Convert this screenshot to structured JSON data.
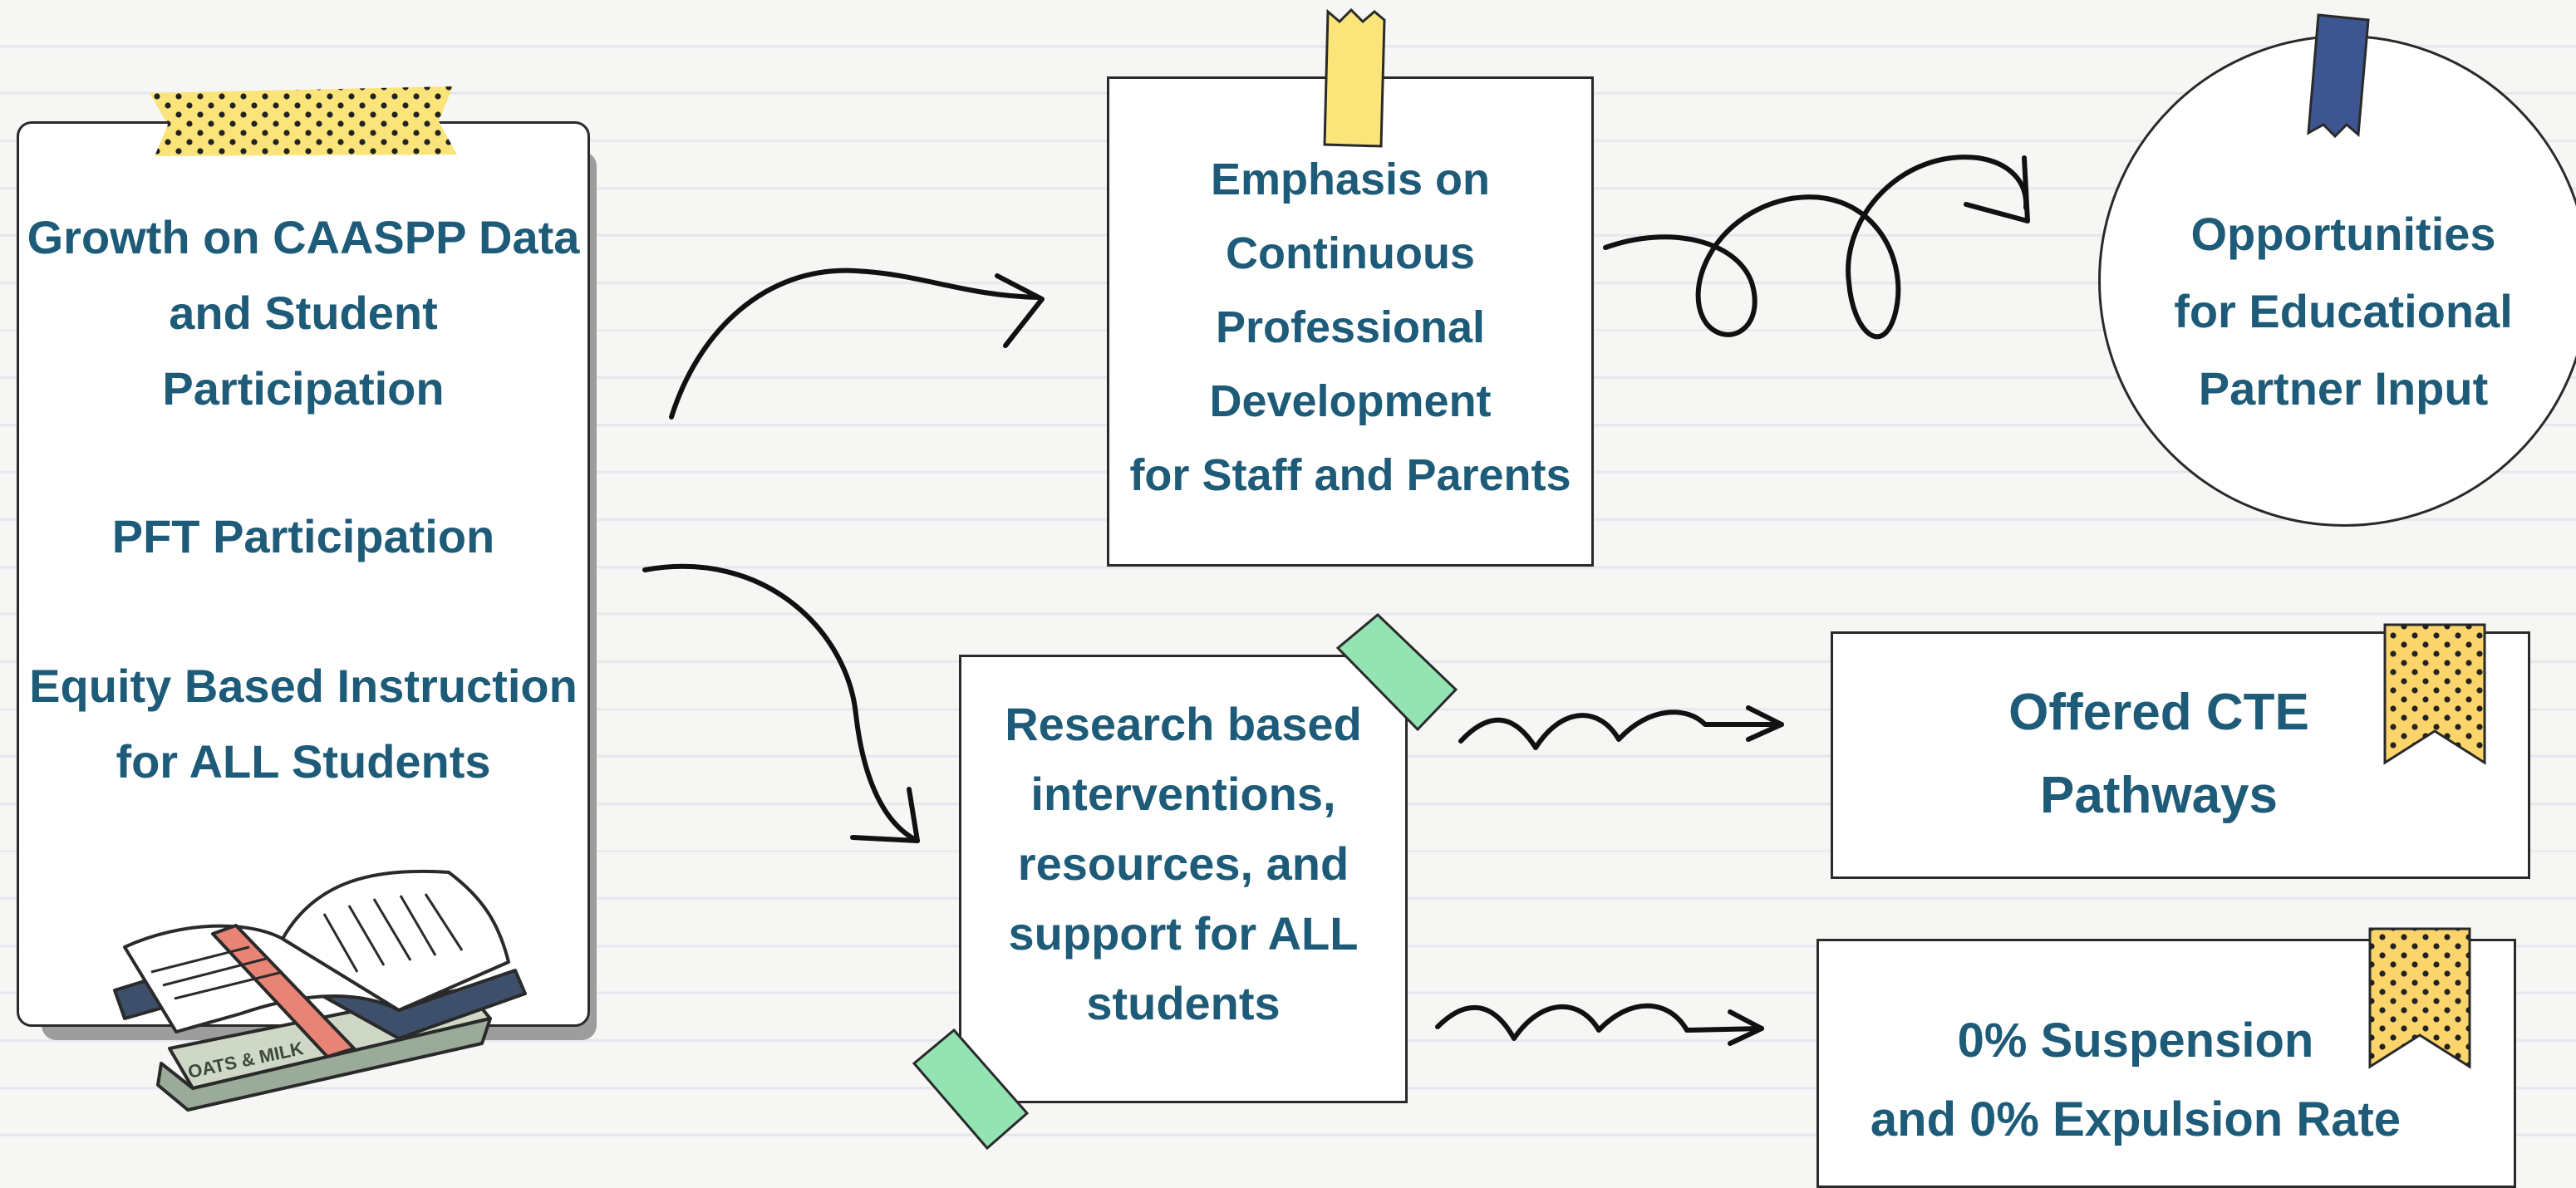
{
  "colors": {
    "text": "#1d5b78",
    "tape_yellow": "#fbe57a",
    "tape_green": "#93e3b3",
    "tape_navy": "#3d5591",
    "flag_yellow": "#fbd56b",
    "outline": "#2a2a2a",
    "background": "#f6f6f5"
  },
  "left_card": {
    "line1": "Growth on CAASPP Data\nand Student\nParticipation",
    "line2": "PFT Participation",
    "line3": "Equity Based Instruction\nfor ALL Students"
  },
  "book": {
    "label": "OATS & MILK"
  },
  "professional_dev": {
    "text": "Emphasis on\nContinuous\nProfessional\nDevelopment\nfor Staff and Parents"
  },
  "partner_input": {
    "text": "Opportunities\nfor Educational\nPartner Input"
  },
  "interventions": {
    "text": "Research based\ninterventions,\nresources, and\nsupport for ALL\nstudents"
  },
  "cte": {
    "text": "Offered CTE\nPathways"
  },
  "suspension": {
    "text": "0% Suspension\nand 0% Expulsion Rate"
  }
}
